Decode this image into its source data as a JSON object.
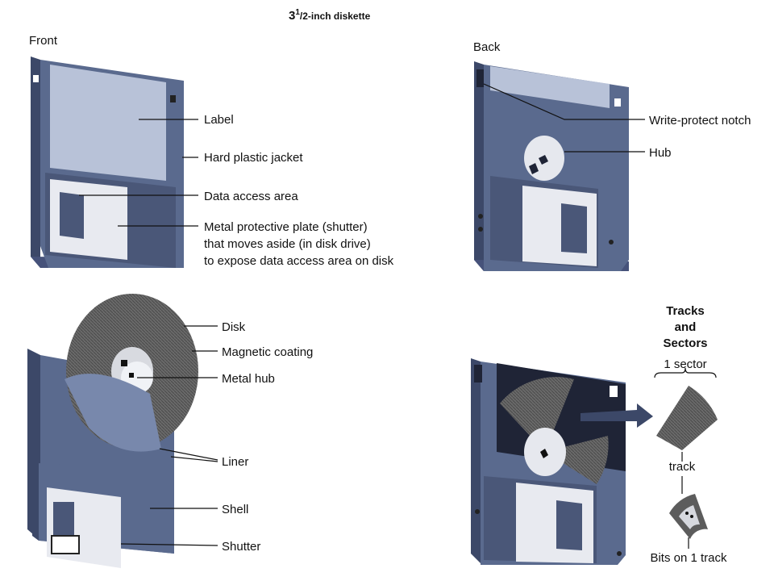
{
  "title_main": "3",
  "title_sup": "1",
  "title_frac": "/2-inch diskette",
  "views": {
    "front": "Front",
    "back": "Back"
  },
  "front_labels": {
    "label": "Label",
    "jacket": "Hard plastic jacket",
    "data_access": "Data access area",
    "shutter_line1": "Metal protective plate (shutter)",
    "shutter_line2": "that moves aside (in disk drive)",
    "shutter_line3": "to expose data access area on disk"
  },
  "back_labels": {
    "write_protect": "Write-protect notch",
    "hub": "Hub"
  },
  "exploded_labels": {
    "disk": "Disk",
    "coating": "Magnetic coating",
    "metal_hub": "Metal hub",
    "liner": "Liner",
    "shell": "Shell",
    "shutter": "Shutter"
  },
  "tracks": {
    "heading_line1": "Tracks",
    "heading_line2": "and",
    "heading_line3": "Sectors",
    "sector": "1 sector",
    "track": "track",
    "bits": "Bits on 1 track"
  },
  "colors": {
    "shell": "#5a6a8e",
    "shell_dark": "#3c4868",
    "label": "#b8c2d8",
    "shutter": "#e8eaf0",
    "disk": "#5c5c5c"
  }
}
